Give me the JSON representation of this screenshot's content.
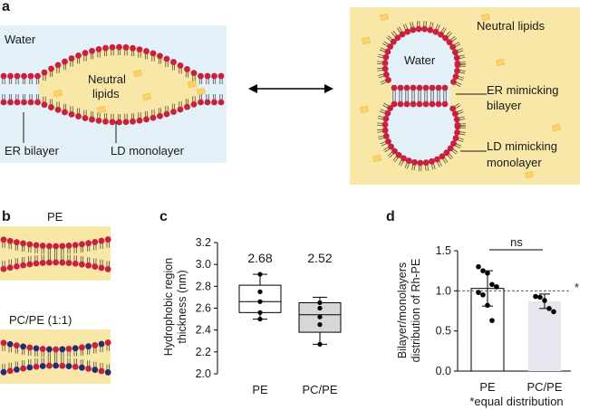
{
  "panel_a": {
    "letter": "a",
    "left": {
      "water": "Water",
      "neutral_lipids_line1": "Neutral",
      "neutral_lipids_line2": "lipids",
      "er_bilayer": "ER bilayer",
      "ld_monolayer": "LD monolayer"
    },
    "right": {
      "neutral_lipids": "Neutral lipids",
      "water": "Water",
      "er_mimic_line1": "ER mimicking",
      "er_mimic_line2": "bilayer",
      "ld_mimic_line1": "LD mimicking",
      "ld_mimic_line2": "monolayer"
    }
  },
  "panel_b": {
    "letter": "b",
    "pe_label": "PE",
    "pcpe_label": "PC/PE (1:1)"
  },
  "colors": {
    "water_bg": "#e3f0f8",
    "lipid_bg": "#f8e7a6",
    "headgroup_red": "#c8203f",
    "headgroup_blue": "#242a78",
    "box_gray": "#d7d7d7",
    "bar_gray": "#e6e6ee"
  },
  "chart_data": [
    {
      "panel": "c",
      "type": "box",
      "ylabel_line1": "Hydrophobic region",
      "ylabel_line2": "thickness (nm)",
      "ylim": [
        2.0,
        3.2
      ],
      "yticks": [
        "2.0",
        "2.2",
        "2.4",
        "2.6",
        "2.8",
        "3.0",
        "3.2"
      ],
      "categories": [
        "PE",
        "PC/PE"
      ],
      "annotations": [
        "2.68",
        "2.52"
      ],
      "boxes": [
        {
          "name": "PE",
          "min": 2.5,
          "q1": 2.56,
          "median": 2.66,
          "q3": 2.81,
          "max": 2.91,
          "points": [
            2.91,
            2.75,
            2.66,
            2.56,
            2.5
          ],
          "fill": "#ffffff"
        },
        {
          "name": "PC/PE",
          "min": 2.27,
          "q1": 2.38,
          "median": 2.54,
          "q3": 2.65,
          "max": 2.7,
          "points": [
            2.65,
            2.6,
            2.52,
            2.45,
            2.27
          ],
          "fill": "#d7d7d7"
        }
      ]
    },
    {
      "panel": "d",
      "type": "bar",
      "ylabel_line1": "Bilayer/monolayers",
      "ylabel_line2": "distribution of Rh-PE",
      "ylim": [
        0.0,
        1.5
      ],
      "yticks": [
        "0.0",
        "0.5",
        "1.0",
        "1.5"
      ],
      "categories": [
        "PE",
        "PC/PE"
      ],
      "values": [
        1.03,
        0.87
      ],
      "errors": [
        0.22,
        0.09
      ],
      "points": [
        [
          1.3,
          1.25,
          1.22,
          1.08,
          1.05,
          0.98,
          0.95,
          0.82,
          0.63
        ],
        [
          0.93,
          0.92,
          0.88,
          0.78,
          0.74
        ]
      ],
      "reference": 1.0,
      "reference_mark": "*",
      "significance": "ns",
      "footnote": "*equal distribution"
    }
  ]
}
